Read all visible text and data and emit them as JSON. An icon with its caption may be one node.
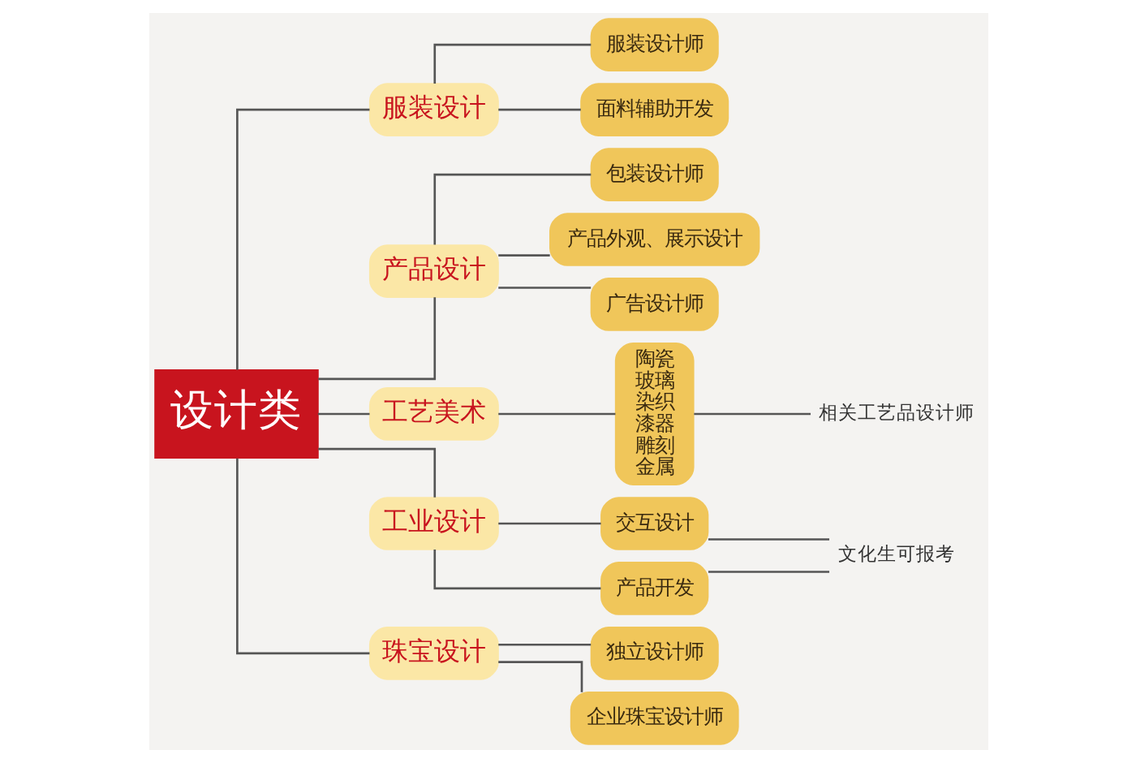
{
  "diagram": {
    "nodes": [
      {
        "text": [
          "设计类"
        ]
      },
      {
        "text": [
          "服装设计"
        ]
      },
      {
        "text": [
          "服装设计师"
        ]
      },
      {
        "text": [
          "面料辅助开发"
        ]
      },
      {
        "text": [
          "产品设计"
        ]
      },
      {
        "text": [
          "包装设计师"
        ]
      },
      {
        "text": [
          "产品外观、展示设计"
        ]
      },
      {
        "text": [
          "广告设计师"
        ]
      },
      {
        "text": [
          "工艺美术"
        ]
      },
      {
        "text": [
          "陶瓷",
          "玻璃",
          "染织",
          "漆器",
          "雕刻",
          "金属"
        ]
      },
      {
        "text": [
          "相关工艺品设计师"
        ]
      },
      {
        "text": [
          "工业设计"
        ]
      },
      {
        "text": [
          "交互设计"
        ]
      },
      {
        "text": [
          "产品开发"
        ]
      },
      {
        "text": [
          "文化生可报考"
        ]
      },
      {
        "text": [
          "珠宝设计"
        ]
      },
      {
        "text": [
          "独立设计师"
        ]
      },
      {
        "text": [
          "企业珠宝设计师"
        ]
      }
    ],
    "edges": [
      {
        "from": 0,
        "to": 1,
        "arrow": "none"
      },
      {
        "from": 0,
        "to": 4,
        "arrow": "none"
      },
      {
        "from": 0,
        "to": 8,
        "arrow": "none"
      },
      {
        "from": 0,
        "to": 11,
        "arrow": "none"
      },
      {
        "from": 0,
        "to": 15,
        "arrow": "none"
      },
      {
        "from": 1,
        "to": 2,
        "arrow": "none"
      },
      {
        "from": 1,
        "to": 3,
        "arrow": "none"
      },
      {
        "from": 4,
        "to": 5,
        "arrow": "none"
      },
      {
        "from": 4,
        "to": 6,
        "arrow": "none"
      },
      {
        "from": 4,
        "to": 7,
        "arrow": "none"
      },
      {
        "from": 8,
        "to": 9,
        "arrow": "none"
      },
      {
        "from": 9,
        "to": 10,
        "arrow": "none"
      },
      {
        "from": 11,
        "to": 12,
        "arrow": "none"
      },
      {
        "from": 11,
        "to": 13,
        "arrow": "none"
      },
      {
        "from": 12,
        "to": 14,
        "arrow": "none"
      },
      {
        "from": 13,
        "to": 14,
        "arrow": "none"
      },
      {
        "from": 15,
        "to": 16,
        "arrow": "none"
      },
      {
        "from": 15,
        "to": 17,
        "arrow": "none"
      }
    ]
  }
}
